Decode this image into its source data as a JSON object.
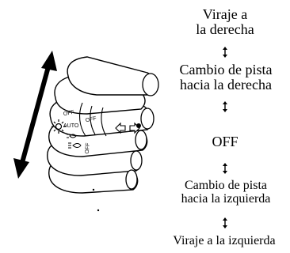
{
  "positions": [
    {
      "line1": "Viraje a",
      "line2": "la derecha"
    },
    {
      "line1": "Cambio de pista",
      "line2": "hacia la derecha"
    },
    {
      "line1": "OFF",
      "line2": ""
    },
    {
      "line1": "Cambio de pista",
      "line2": "hacia la izquierda"
    },
    {
      "line1": "Viraje a la izquierda",
      "line2": ""
    }
  ],
  "switch_markings": {
    "off_top": "OFF",
    "off_mid": "OFF",
    "auto": "AUTO",
    "off_bottom": "OFF"
  },
  "icons": {
    "movement": "double-arrow-icon",
    "transition": "small-updown-arrow-icon",
    "light": "sun-icon",
    "parking": "parking-light-icon",
    "headlight": "headlight-icon",
    "signal": "turn-signal-arrow-icon"
  }
}
